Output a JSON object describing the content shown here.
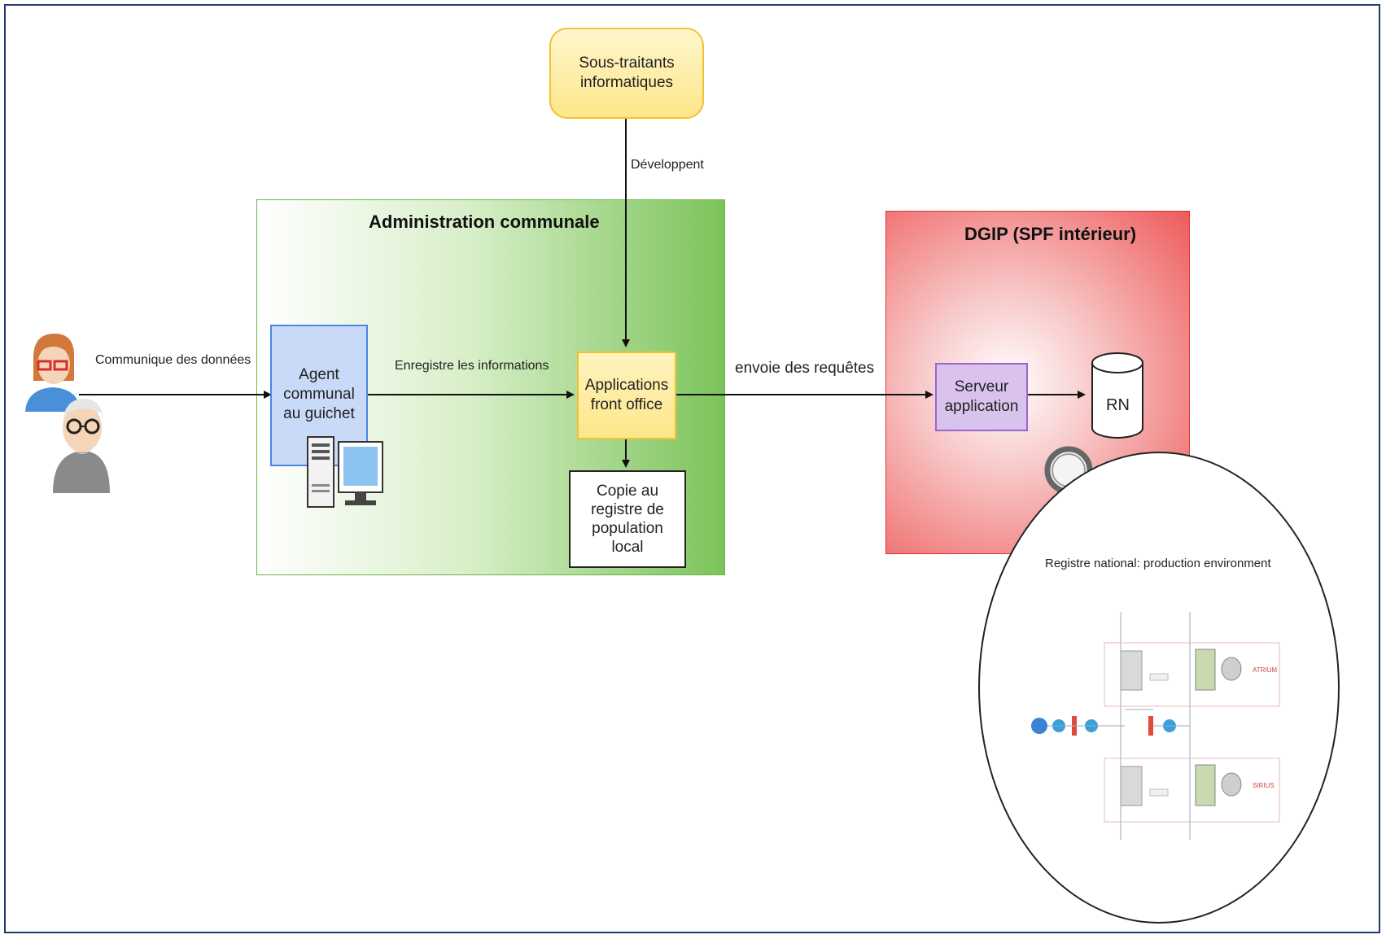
{
  "nodes": {
    "sous_traitants": "Sous-traitants\ninformatiques",
    "agent": "Agent\ncommunal\nau guichet",
    "applications": "Applications\nfront office",
    "copie": "Copie au\nregistre de\npopulation\nlocal",
    "serveur": "Serveur\napplication",
    "rn": "RN"
  },
  "groups": {
    "administration": "Administration communale",
    "dgip": "DGIP (SPF intérieur)"
  },
  "edges": {
    "communique": "Communique des données",
    "enregistre": "Enregistre les informations",
    "developpent": "Développent",
    "envoie": "envoie des requêtes"
  },
  "zoom": {
    "title": "Registre national: production environment",
    "site_a": "ATRIUM",
    "site_b": "SIRIUS"
  },
  "colors": {
    "green": "#7cc35a",
    "red": "#ee5a5a",
    "yellow": "#fde68a",
    "blue": "#c9daf8",
    "purple": "#d9c2ec"
  }
}
